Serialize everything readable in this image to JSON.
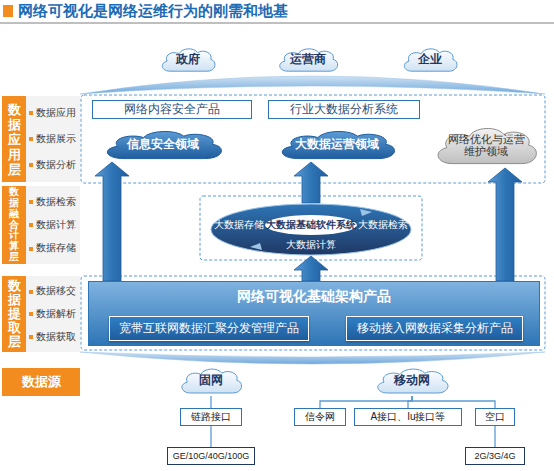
{
  "diagram": {
    "title": "网络可视化是网络运维行为的刚需和地基",
    "nodes": [
      {
        "text": [
          "政府"
        ]
      },
      {
        "text": [
          "运营商"
        ]
      },
      {
        "text": [
          "企业"
        ]
      },
      {
        "text": [
          "数据应用层",
          "数据应用",
          "数据展示",
          "数据分析"
        ]
      },
      {
        "text": [
          "网络内容安全产品"
        ]
      },
      {
        "text": [
          "行业大数据分析系统"
        ]
      },
      {
        "text": [
          "信息安全领域"
        ]
      },
      {
        "text": [
          "大数据运营领域"
        ]
      },
      {
        "text": [
          "网络优化与运营维护领域"
        ]
      },
      {
        "text": [
          "数据融合计算层",
          "数据检索",
          "数据计算",
          "数据存储"
        ]
      },
      {
        "text": [
          "大数据存储",
          "大数据基础软件系统",
          "大数据检索",
          "大数据计算"
        ]
      },
      {
        "text": [
          "数据提取层",
          "数据移交",
          "数据解析",
          "数据获取"
        ]
      },
      {
        "text": [
          "网络可视化基础架构产品"
        ]
      },
      {
        "text": [
          "宽带互联网数据汇聚分发管理产品"
        ],
        "in": 12
      },
      {
        "text": [
          "移动接入网数据采集分析产品"
        ],
        "in": 12
      },
      {
        "text": [
          "数据源"
        ]
      },
      {
        "text": [
          "固网"
        ]
      },
      {
        "text": [
          "移动网"
        ]
      },
      {
        "text": [
          "链路接口"
        ]
      },
      {
        "text": [
          "信令网"
        ]
      },
      {
        "text": [
          "A接口、Iu接口等"
        ]
      },
      {
        "text": [
          "空口"
        ]
      },
      {
        "text": [
          "GE/10G/40G/100G"
        ]
      },
      {
        "text": [
          "2G/3G/4G"
        ]
      }
    ],
    "edges": [
      {
        "from": 12,
        "to": 6,
        "arrow": "to"
      },
      {
        "from": 12,
        "to": 10,
        "arrow": "to"
      },
      {
        "from": 10,
        "to": 7,
        "arrow": "to"
      },
      {
        "from": 12,
        "to": 8,
        "arrow": "to"
      },
      {
        "from": 16,
        "to": 18,
        "arrow": "none"
      },
      {
        "from": 18,
        "to": 22,
        "arrow": "none"
      },
      {
        "from": 17,
        "to": 19,
        "arrow": "none"
      },
      {
        "from": 17,
        "to": 20,
        "arrow": "none"
      },
      {
        "from": 17,
        "to": 21,
        "arrow": "none"
      },
      {
        "from": 21,
        "to": 23,
        "arrow": "none"
      }
    ]
  }
}
